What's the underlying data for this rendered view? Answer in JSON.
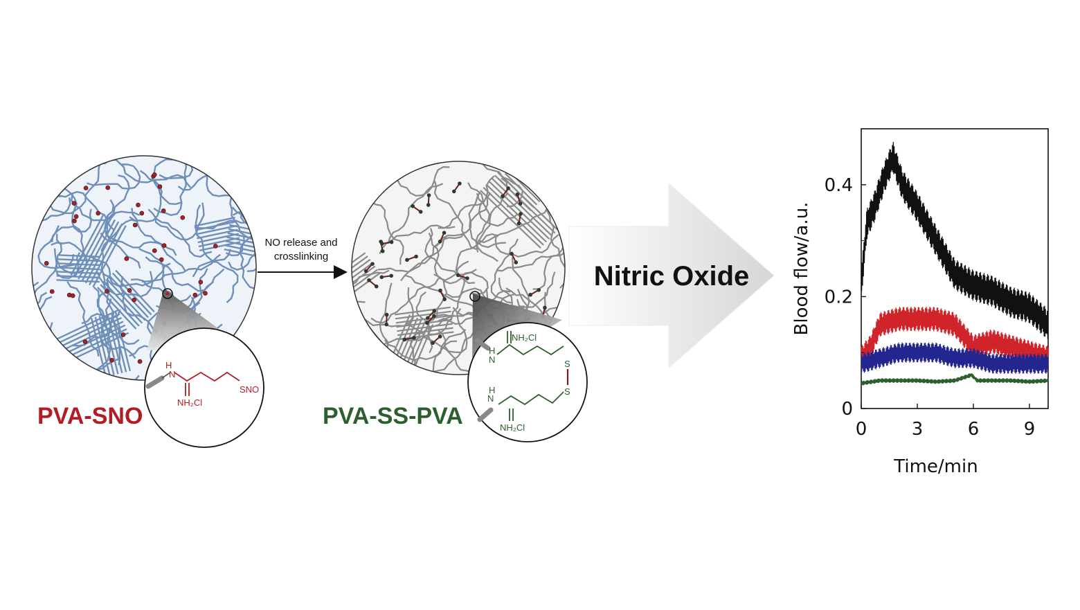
{
  "labels": {
    "left_polymer": "PVA-SNO",
    "right_polymer": "PVA-SS-PVA",
    "process_line1": "NO release and",
    "process_line2": "crosslinking",
    "product": "Nitric Oxide"
  },
  "chemistry": {
    "left": {
      "nh": "H",
      "n": "N",
      "amine": "NH2Cl",
      "group": "SNO"
    },
    "right": {
      "h_top": "H",
      "n_top": "N",
      "amine_top": "NH2Cl",
      "s_top": "S",
      "s_bottom": "S",
      "n_bottom": "N",
      "h_bottom": "H",
      "amine_bottom": "NH2Cl"
    }
  },
  "colors": {
    "red": "#b01e23",
    "green": "#2c5e2e",
    "blue_chain": "#6f8fb8",
    "grey_chain": "#8a8a8a"
  },
  "chart_data": {
    "type": "line",
    "xlabel": "Time/min",
    "ylabel": "Blood flow/a.u.",
    "xlim": [
      0,
      10
    ],
    "ylim": [
      0,
      0.5
    ],
    "xticks": [
      "0",
      "3",
      "6",
      "9"
    ],
    "xtick_values": [
      0,
      3,
      6,
      9
    ],
    "yticks": [
      "0",
      "0.2",
      "0.4"
    ],
    "ytick_values": [
      0,
      0.2,
      0.4
    ],
    "grid": false,
    "series": [
      {
        "color": "#111111",
        "x": [
          0,
          0.3,
          0.7,
          1.2,
          1.7,
          2.2,
          3,
          4,
          5,
          6,
          7,
          8,
          9,
          10
        ],
        "y": [
          0.22,
          0.33,
          0.36,
          0.41,
          0.45,
          0.4,
          0.36,
          0.3,
          0.24,
          0.22,
          0.21,
          0.19,
          0.18,
          0.15
        ]
      },
      {
        "color": "#d0232a",
        "x": [
          0,
          0.5,
          1,
          2,
          3,
          4,
          5,
          5.5,
          6,
          7,
          8,
          9,
          10
        ],
        "y": [
          0.09,
          0.11,
          0.15,
          0.16,
          0.16,
          0.16,
          0.15,
          0.13,
          0.11,
          0.12,
          0.11,
          0.1,
          0.09
        ]
      },
      {
        "color": "#23268f",
        "x": [
          0,
          1,
          2,
          3,
          4,
          5,
          6,
          7,
          8,
          9,
          10
        ],
        "y": [
          0.08,
          0.09,
          0.1,
          0.1,
          0.1,
          0.09,
          0.09,
          0.08,
          0.08,
          0.08,
          0.08
        ]
      },
      {
        "color": "#2c5e2e",
        "x": [
          0,
          1,
          2,
          3,
          4,
          5,
          5.9,
          6.2,
          7,
          8,
          9,
          10
        ],
        "y": [
          0.045,
          0.05,
          0.05,
          0.05,
          0.048,
          0.05,
          0.06,
          0.05,
          0.05,
          0.05,
          0.048,
          0.05
        ]
      }
    ]
  }
}
